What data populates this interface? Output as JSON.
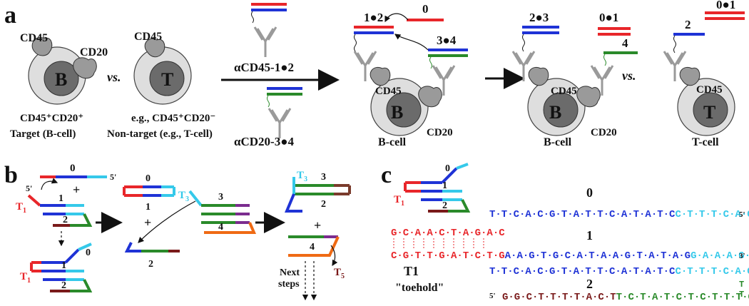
{
  "panels": {
    "a": "a",
    "b": "b",
    "c": "c"
  },
  "colors": {
    "red": "#e8262a",
    "blue": "#1f33d6",
    "cyan": "#35c9ea",
    "green": "#2a8a2a",
    "darkred": "#7a1a1a",
    "purple": "#7b2c8f",
    "orange": "#ef6a14",
    "brown": "#7a3b2c",
    "cell_outer": "#dedede",
    "nucleus": "#6b6b6b"
  },
  "panel_a": {
    "cd45": "CD45",
    "cd20": "CD20",
    "b": "B",
    "t": "T",
    "vs": "vs.",
    "target_line1": "CD45⁺CD20⁺",
    "target_line2": "Target (B-cell)",
    "nontarget_line1": "e.g., CD45⁺CD20⁻",
    "nontarget_line2": "Non-target (e.g., T-cell)",
    "ab1": "αCD45-1●2",
    "ab2": "αCD20-3●4",
    "c12": "1●2",
    "c0": "0",
    "c34": "3●4",
    "c23": "2●3",
    "c01": "0●1",
    "c4": "4",
    "c01b": "0●1",
    "c2": "2",
    "bcell": "B-cell",
    "bcell2": "B-cell",
    "tcell": "T-cell"
  },
  "panel_b": {
    "n0": "0",
    "n1": "1",
    "n2": "2",
    "n3": "3",
    "n4": "4",
    "plus": "+",
    "five": "5'",
    "T1": "T",
    "T1sub": "1",
    "T3": "T",
    "T3sub": "3",
    "T5": "T",
    "T5sub": "5",
    "next": "Next",
    "steps": "steps"
  },
  "panel_c": {
    "n0": "0",
    "n1": "1",
    "n2": "2",
    "T1": "T1",
    "toehold": "\"toehold\"",
    "T1label": "T",
    "T1sub": "1",
    "five_prime": "5'",
    "three_prime": "3'",
    "top_left": "GCAACTAGAC",
    "top_left_dots": "G·C·A·A·C·T·A·G·A·C",
    "s0_blue": "T·T·C·A·C·G·T·A·T·T·C·A·T·A·T·C",
    "s0_cyan": "C·T·T·T·C·A·C·A·A·T",
    "s1_red": "C·G·T·T·G·A·T·C·T·G",
    "s1_blue": "A·A·G·T·G·C·A·T·A·A·G·T·A·T·A·G",
    "s1_cyan": "G·A·A·A·G·T·G·T·T·A",
    "s2_blue": "T·T·C·A·C·G·T·A·T·T·C·A·T·A·T·C",
    "s2_cyan": "C·T·T·T·C·A·C·A·A·T",
    "s3_darkred": "G·G·C·T·T·T·T·A·C·T",
    "s3_green": "T·C·T·A·T·C·T·C·T·T·T·C",
    "tail_t": "T"
  }
}
